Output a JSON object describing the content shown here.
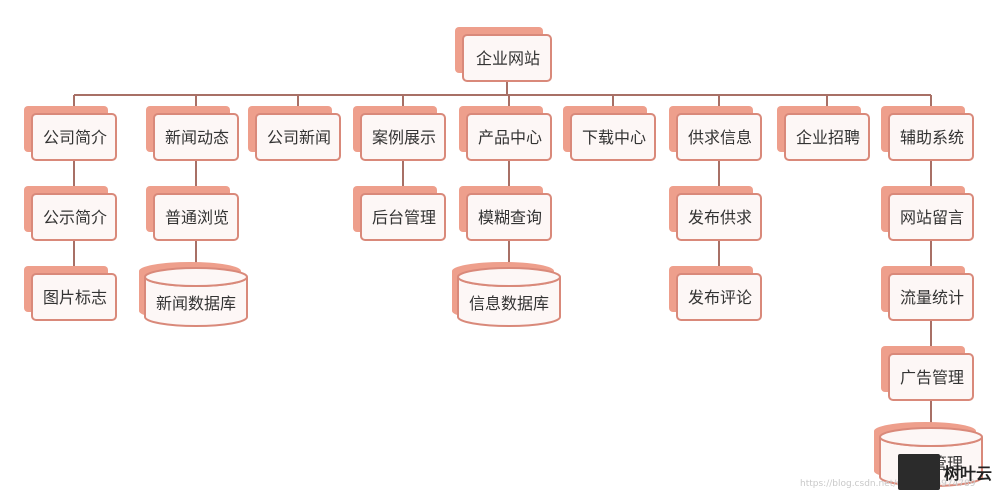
{
  "diagram": {
    "root": "企业网站",
    "columns": [
      {
        "id": "c1",
        "label": "公司简介",
        "children": [
          {
            "type": "box",
            "label": "公示简介"
          },
          {
            "type": "box",
            "label": "图片标志"
          }
        ]
      },
      {
        "id": "c2",
        "label": "新闻动态",
        "children": [
          {
            "type": "box",
            "label": "普通浏览"
          },
          {
            "type": "db",
            "label": "新闻数据库"
          }
        ]
      },
      {
        "id": "c3",
        "label": "公司新闻",
        "children": []
      },
      {
        "id": "c4",
        "label": "案例展示",
        "children": [
          {
            "type": "box",
            "label": "后台管理"
          }
        ]
      },
      {
        "id": "c5",
        "label": "产品中心",
        "children": [
          {
            "type": "box",
            "label": "模糊查询"
          },
          {
            "type": "db",
            "label": "信息数据库"
          }
        ]
      },
      {
        "id": "c6",
        "label": "下载中心",
        "children": []
      },
      {
        "id": "c7",
        "label": "供求信息",
        "children": [
          {
            "type": "box",
            "label": "发布供求"
          },
          {
            "type": "box",
            "label": "发布评论"
          }
        ]
      },
      {
        "id": "c8",
        "label": "企业招聘",
        "children": []
      },
      {
        "id": "c9",
        "label": "辅助系统",
        "children": [
          {
            "type": "box",
            "label": "网站留言"
          },
          {
            "type": "box",
            "label": "流量统计"
          },
          {
            "type": "box",
            "label": "广告管理"
          },
          {
            "type": "db",
            "label": "会员管理"
          }
        ]
      }
    ],
    "colors": {
      "shadow": "#ee9f8c",
      "border": "#d9897a",
      "fill": "#fdf7f6",
      "line": "#a87066",
      "text": "#333333"
    }
  },
  "watermark": {
    "url": "https://blog.csdn.net/weixin_46974789",
    "brand": "树叶云"
  }
}
